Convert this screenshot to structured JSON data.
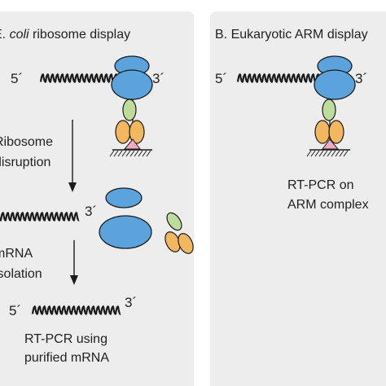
{
  "panel_a": {
    "title_prefix": "E.",
    "title_italic": "coli",
    "title_rest": " ribosome display",
    "five_prime": "5´",
    "three_prime": "3´",
    "step1_line1": "Ribosome",
    "step1_line2": "disruption",
    "step2_line1": "mRNA",
    "step2_line2": "isolation",
    "result_line1": "RT-PCR using",
    "result_line2": "purified mRNA"
  },
  "panel_b": {
    "title": "B. Eukaryotic ARM display",
    "five_prime": "5´",
    "three_prime": "3´",
    "result_line1": "RT-PCR on",
    "result_line2": "ARM complex"
  },
  "colors": {
    "panel_bg": "#ededed",
    "ribosome": "#5aa3dc",
    "stroke": "#1c1c1c",
    "protein_green": "#bedd9a",
    "protein_orange": "#f3b75f",
    "tether_pink": "#f3a9c4"
  }
}
